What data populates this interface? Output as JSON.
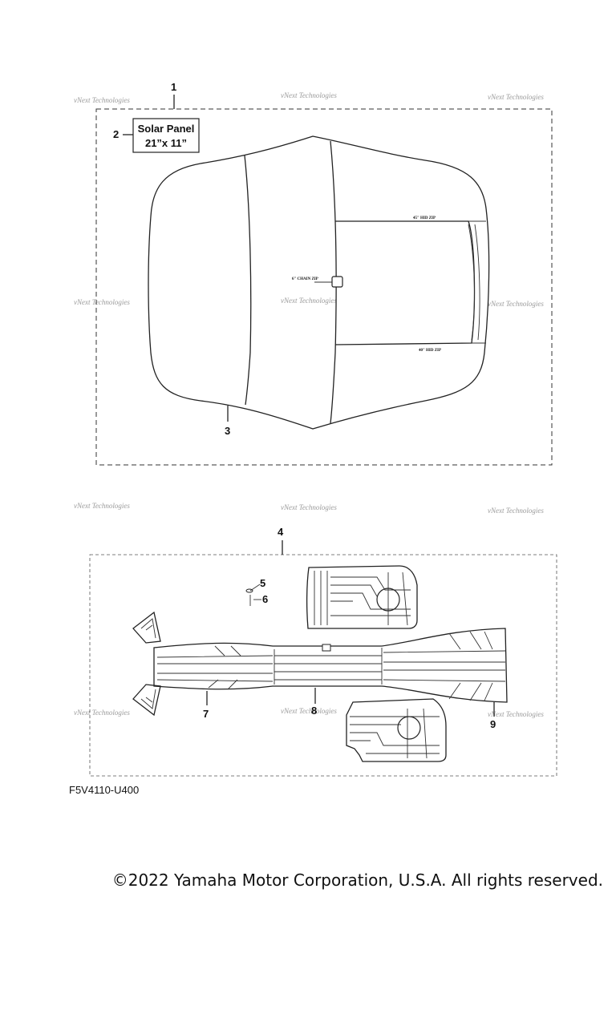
{
  "callouts": {
    "c1": "1",
    "c2": "2",
    "c3": "3",
    "c4": "4",
    "c5": "5",
    "c6": "6",
    "c7": "7",
    "c8": "8",
    "c9": "9"
  },
  "solar_panel": {
    "line1": "Solar Panel",
    "line2": "21”x 11”"
  },
  "zip_labels": {
    "top": "45\" HID ZIP",
    "chain": "6\" CHAIN ZIP",
    "bottom": "40\" HID ZIP"
  },
  "watermark": {
    "line1": "vNext Technologies",
    "line2": "Technologies"
  },
  "diagram_code": "F5V4110-U400",
  "copyright": "©2022 Yamaha Motor Corporation, U.S.A. All rights reserved."
}
